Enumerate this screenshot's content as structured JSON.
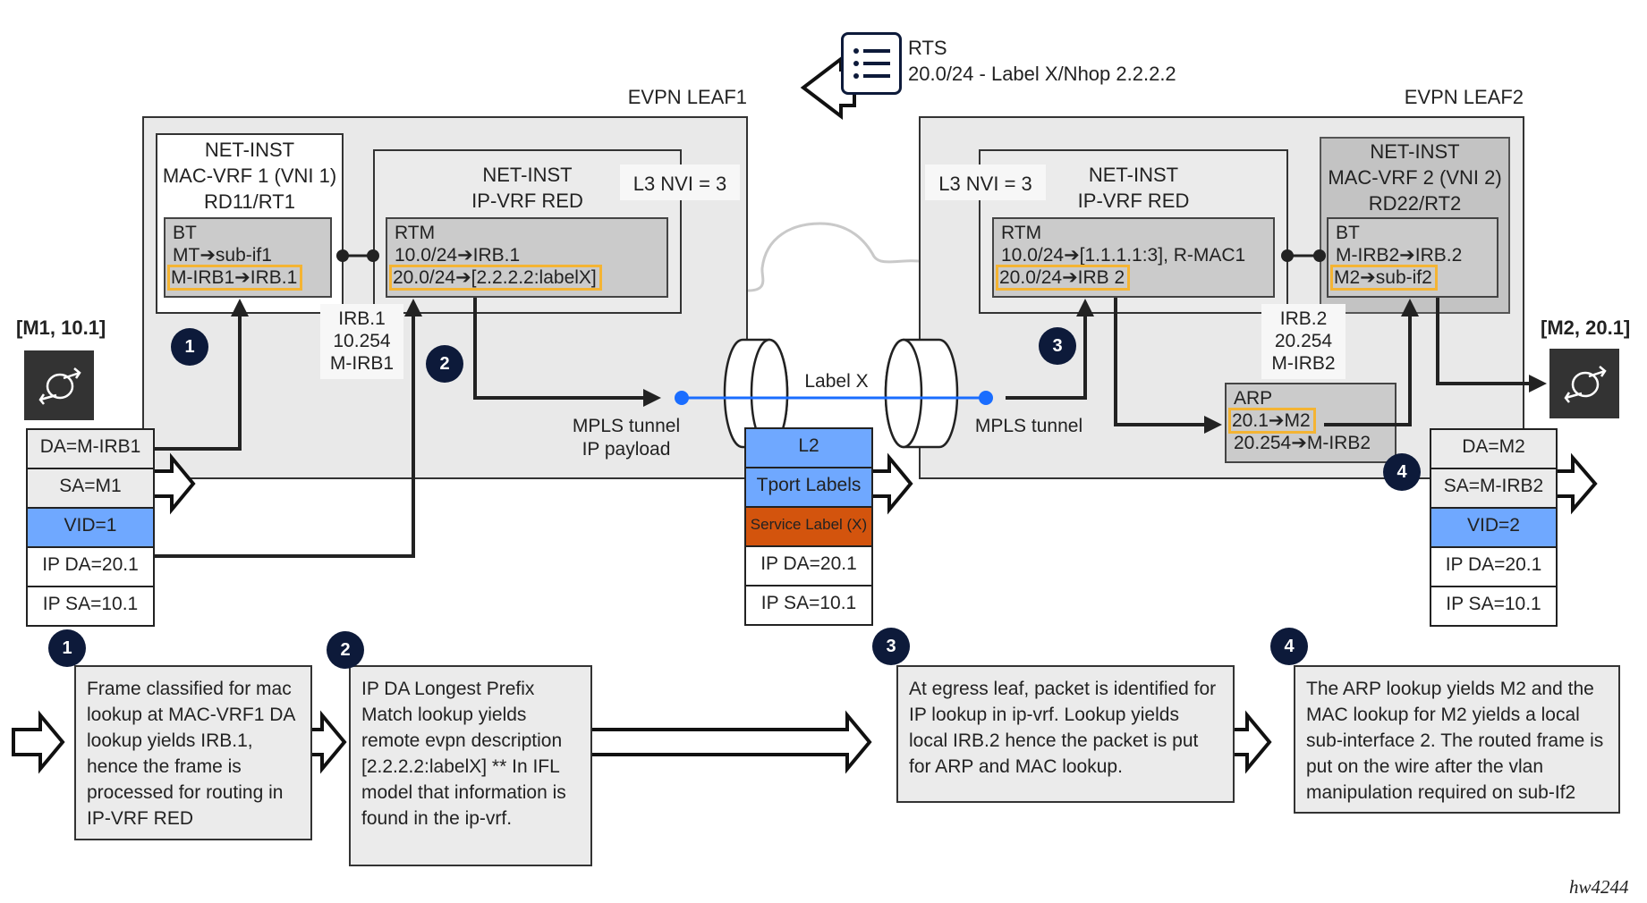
{
  "rts": {
    "icon": "route-list-icon",
    "title": "RTS",
    "route": "20.0/24 - Label X/Nhop 2.2.2.2"
  },
  "leaf1": {
    "title": "EVPN LEAF1",
    "mac_vrf": {
      "lines": [
        "NET-INST",
        "MAC-VRF 1 (VNI 1)",
        "RD11/RT1"
      ],
      "table_title": "BT",
      "entries": [
        "MT➔sub-if1",
        "M-IRB1➔IRB.1"
      ],
      "highlighted_entry": 1
    },
    "ip_vrf": {
      "lines": [
        "NET-INST",
        "IP-VRF RED"
      ],
      "table_title": "RTM",
      "entries": [
        "10.0/24➔IRB.1",
        "20.0/24➔[2.2.2.2:labelX]"
      ],
      "highlighted_entry": 1
    },
    "l3_nvi": "L3 NVI = 3",
    "irb": [
      "IRB.1",
      "10.254",
      "M-IRB1"
    ]
  },
  "leaf2": {
    "title": "EVPN LEAF2",
    "mac_vrf": {
      "lines": [
        "NET-INST",
        "MAC-VRF 2 (VNI 2)",
        "RD22/RT2"
      ],
      "table_title": "BT",
      "entries": [
        "M-IRB2➔IRB.2",
        "M2➔sub-if2"
      ],
      "highlighted_entry": 1
    },
    "ip_vrf": {
      "lines": [
        "NET-INST",
        "IP-VRF RED"
      ],
      "table_title": "RTM",
      "entries": [
        "10.0/24➔[1.1.1.1:3], R-MAC1",
        "20.0/24➔IRB 2"
      ],
      "highlighted_entry": 1
    },
    "l3_nvi": "L3 NVI = 3",
    "irb": [
      "IRB.2",
      "20.254",
      "M-IRB2"
    ],
    "arp": {
      "title": "ARP",
      "entries": [
        "20.1➔M2",
        "20.254➔M-IRB2"
      ],
      "highlighted_entry": 0
    }
  },
  "hosts": {
    "left": {
      "label": "[M1, 10.1]",
      "icon": "host-sync-icon"
    },
    "right": {
      "label": "[M2, 20.1]",
      "icon": "host-sync-icon"
    }
  },
  "tunnel": {
    "label": "Label X",
    "left_caption": [
      "MPLS tunnel",
      "IP payload"
    ],
    "right_caption": "MPLS tunnel"
  },
  "frames": {
    "ingress": [
      "DA=M-IRB1",
      "SA=M1",
      "VID=1",
      "IP DA=20.1",
      "IP SA=10.1"
    ],
    "core": [
      "L2",
      "Tport Labels",
      "Service Label (X)",
      "IP DA=20.1",
      "IP SA=10.1"
    ],
    "egress": [
      "DA=M2",
      "SA=M-IRB2",
      "VID=2",
      "IP DA=20.1",
      "IP SA=10.1"
    ]
  },
  "steps": [
    {
      "number": "1",
      "text": "Frame classified for mac lookup at MAC-VRF1 DA lookup yields IRB.1, hence the frame is processed for routing in IP-VRF RED"
    },
    {
      "number": "2",
      "text": "IP DA Longest Prefix Match lookup yields remote evpn description [2.2.2.2:labelX] ** In IFL model that information is found in the ip-vrf."
    },
    {
      "number": "3",
      "text": "At egress leaf, packet is identified for IP lookup in ip-vrf. Lookup yields local IRB.2 hence the packet is put for ARP and MAC lookup."
    },
    {
      "number": "4",
      "text": "The ARP lookup yields M2 and the MAC lookup for M2 yields a local sub-interface 2. The routed frame is put on the wire after the vlan manipulation required on sub-If2"
    }
  ],
  "colors": {
    "highlight": "#f4b433",
    "badge": "#0d1a3a",
    "tunnel_line": "#1a6dff",
    "vid_blue": "#6fa8ff",
    "service_label": "#d3540d"
  },
  "credit": "hw4244"
}
